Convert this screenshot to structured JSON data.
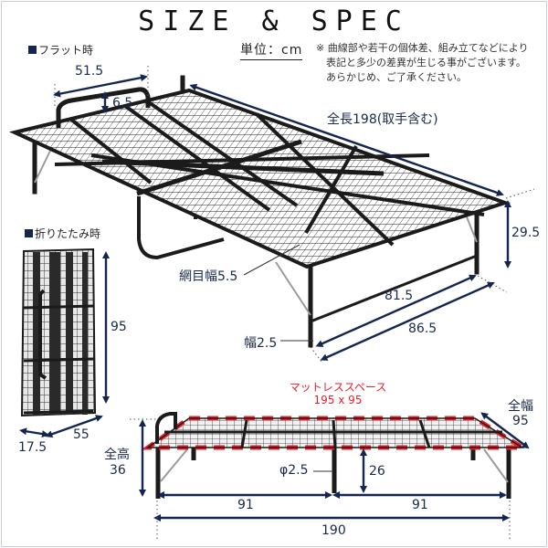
{
  "title": "SIZE & SPEC",
  "unit_label": "単位：cm",
  "note": {
    "line1": "※ 曲線部や若干の個体差、組み立てなどにより",
    "line2": "表記と多少の差異が生じる事がございます。",
    "line3": "あらかじめ、ご了承ください。"
  },
  "sections": {
    "flat": "フラット時",
    "folded": "折りたたみ時"
  },
  "flat_dimensions": {
    "handle_width": "51.5",
    "handle_height": "6.5",
    "total_length": "全長198(取手含む)",
    "height": "29.5",
    "mesh_width": "網目幅5.5",
    "inner_width": "81.5",
    "outer_width": "86.5",
    "leg_width": "幅2.5"
  },
  "folded_dimensions": {
    "height": "95",
    "width": "55",
    "depth": "17.5"
  },
  "side_view": {
    "mattress_space_label": "マットレススペース",
    "mattress_space_value": "195 x 95",
    "total_width_label": "全幅",
    "total_width_value": "95",
    "total_height_label": "全高",
    "total_height_value": "36",
    "leg_diameter": "φ2.5",
    "under_clearance": "26",
    "half_length_left": "91",
    "half_length_right": "91",
    "base_length": "190"
  },
  "colors": {
    "dimension_line": "#14254f",
    "accent_red": "#e8202a",
    "frame_black": "#1b1b1b",
    "border": "#c8cdd3"
  }
}
